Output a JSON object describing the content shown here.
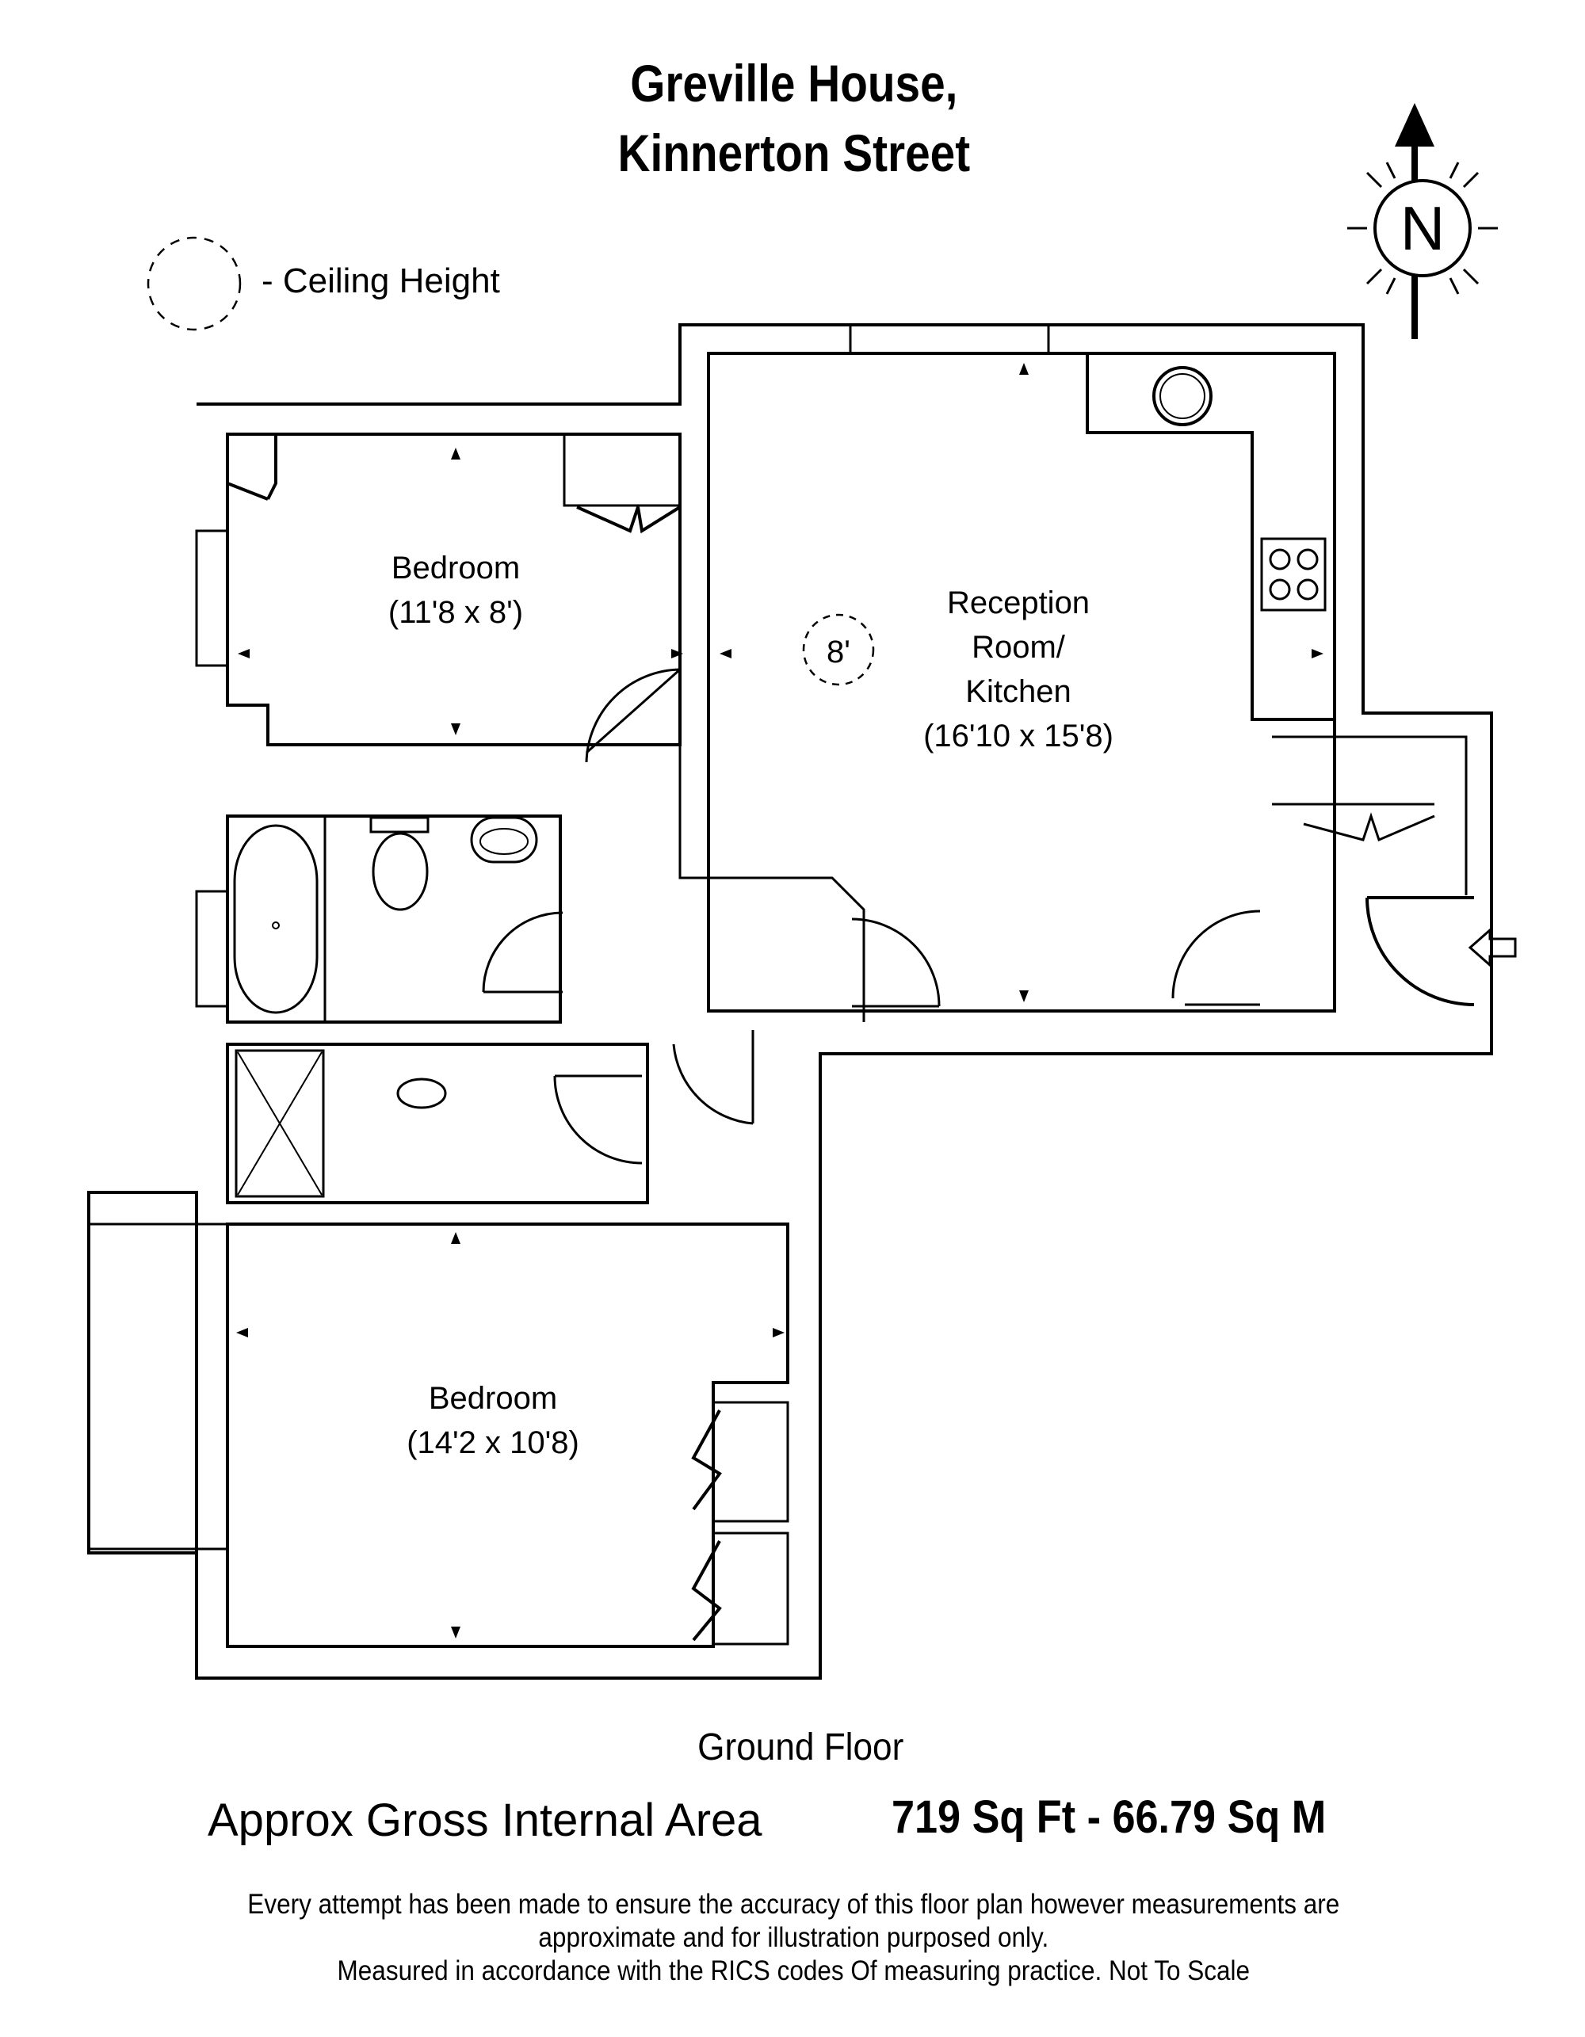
{
  "header": {
    "title_line1": "Greville House,",
    "title_line2": "Kinnerton Street"
  },
  "legend": {
    "ceiling_height_label": "- Ceiling Height"
  },
  "compass": {
    "label": "N"
  },
  "rooms": {
    "bedroom1": {
      "name": "Bedroom",
      "size": "(11'8 x 8')"
    },
    "reception": {
      "name_line1": "Reception",
      "name_line2": "Room/",
      "name_line3": "Kitchen",
      "size": "(16'10 x 15'8)"
    },
    "bedroom2": {
      "name": "Bedroom",
      "size": "(14'2 x 10'8)"
    }
  },
  "ceiling_marker": {
    "value": "8'"
  },
  "footer": {
    "floor_name": "Ground Floor",
    "area_label": "Approx Gross Internal Area",
    "area_value": "719 Sq Ft  -  66.79 Sq M",
    "disclaimer_line1": "Every attempt has been made to ensure the accuracy of this floor plan however measurements are",
    "disclaimer_line2": "approximate and for illustration purposed only.",
    "disclaimer_line3": "Measured in accordance with the RICS codes Of measuring practice. Not To Scale"
  },
  "colors": {
    "ink": "#000000",
    "background": "#ffffff"
  }
}
